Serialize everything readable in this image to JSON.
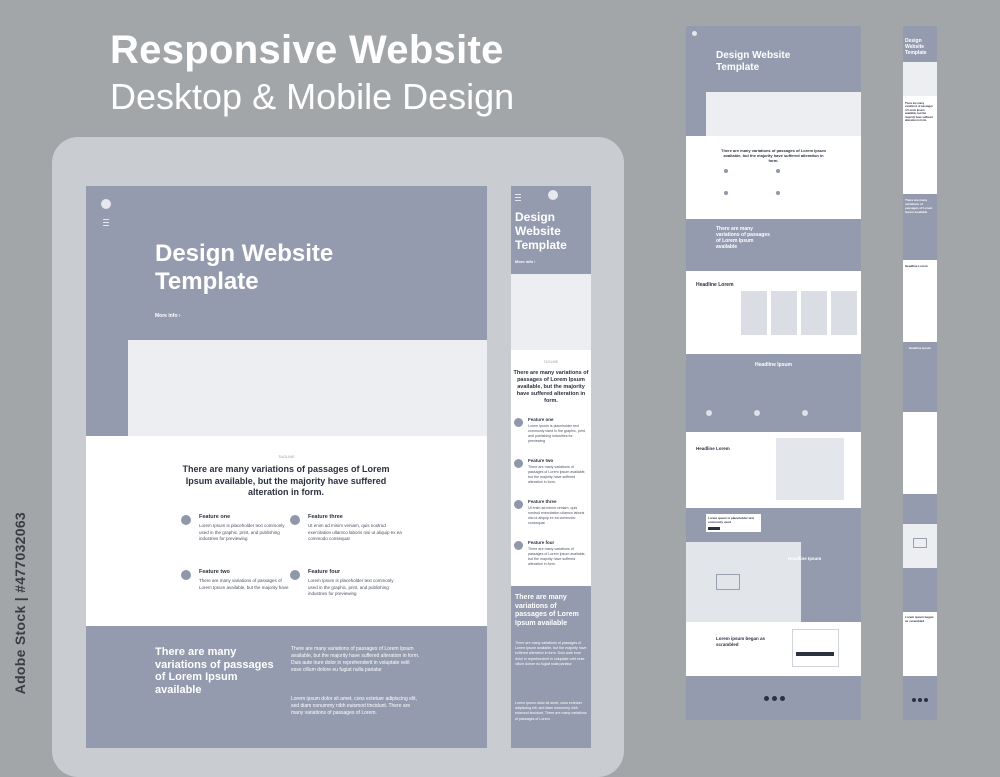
{
  "heading": {
    "title": "Responsive Website",
    "subtitle": "Desktop & Mobile Design"
  },
  "stock_id": "Adobe Stock | #477032063",
  "desktop": {
    "hero_title": "Design Website Template",
    "more_info": "More info ›",
    "tagline": "TAGLINE",
    "lead": "There are many variations of passages of Lorem Ipsum available, but the majority have suffered alteration in form.",
    "features": [
      {
        "title": "Feature one",
        "desc": "Lorem Ipsum is placeholder text commonly used in the graphic, print, and publishing industries for previewing"
      },
      {
        "title": "Feature three",
        "desc": "Ut enim ad minim veniam, quis nostrud exercitation ullamco laboris nisi ut aliquip ex ea commodo consequat"
      },
      {
        "title": "Feature two",
        "desc": "There are many variations of passages of Lorem Ipsum available, but the majority have"
      },
      {
        "title": "Feature four",
        "desc": "Lorem Ipsum is placeholder text commonly used in the graphic, print, and publishing industries for previewing"
      }
    ],
    "bottom_title": "There are many variations of passages of Lorem Ipsum available",
    "bottom_text_1": "There are many variations of passages of Lorem Ipsum available, but the majority have suffered alteration in form. Duis aute irure dolor in reprehenderit in voluptate velit esse cillum dolore eu fugiat nulla pariatur",
    "bottom_text_2": "Lorem ipsum dolor sit amet, cons ectetuer adipiscing elit, sed diam nonummy nibh euismod tincidunt. There are many variations of passages of Lorem."
  },
  "mobile": {
    "hero_title": "Design Website Template",
    "more_info": "More info ›",
    "tagline": "TAGLINE",
    "lead": "There are many variations of passages of Lorem Ipsum available, but the majority have suffered alteration in form.",
    "features": [
      {
        "title": "Feature one",
        "desc": "Lorem Ipsum is placeholder text commonly used in the graphic, print, and publishing industries for previewing"
      },
      {
        "title": "Feature two",
        "desc": "There are many variations of passages of Lorem Ipsum available, but the majority have suffered alteration in form."
      },
      {
        "title": "Feature three",
        "desc": "Ut enim ad minim veniam, quis nostrud exercitation ullamco laboris nisi ut aliquip ex ea commodo consequat"
      },
      {
        "title": "Feature four",
        "desc": "There are many variations of passages of Lorem Ipsum available, but the majority have suffered alteration in form."
      }
    ],
    "bottom_title": "There are many variations of passages of Lorem Ipsum available",
    "bottom_text_1": "There are many variations of passages of Lorem Ipsum available, but the majority have suffered alteration in form. Duis aute irure dolor in reprehenderit in voluptate velit esse cillum dolore eu fugiat nulla pariatur",
    "bottom_text_2": "Lorem ipsum dolor sit amet, cons ectetuer adipiscing elit, sed diam nonummy nibh euismod tincidunt. There are many variations of passages of Lorem."
  },
  "longpage": {
    "hero_title": "Design Website Template",
    "lead": "There are many variations of passages of Lorem Ipsum available, but the majority have suffered alteration in form.",
    "section_title": "There are many variations of passages of Lorem Ipsum available",
    "headline": "Headline Lorem",
    "headline_ipsum": "Headline Ipsum",
    "scrambled": "Lorem ipsum began as scrambled",
    "cta": "Lorem ipsum is placeholder text commonly used"
  },
  "colors": {
    "background": "#a3a6a8",
    "slate": "#949bae",
    "placeholder": "#eceef1",
    "frame": "#c9ccd0",
    "text_dark": "#2c3140"
  }
}
